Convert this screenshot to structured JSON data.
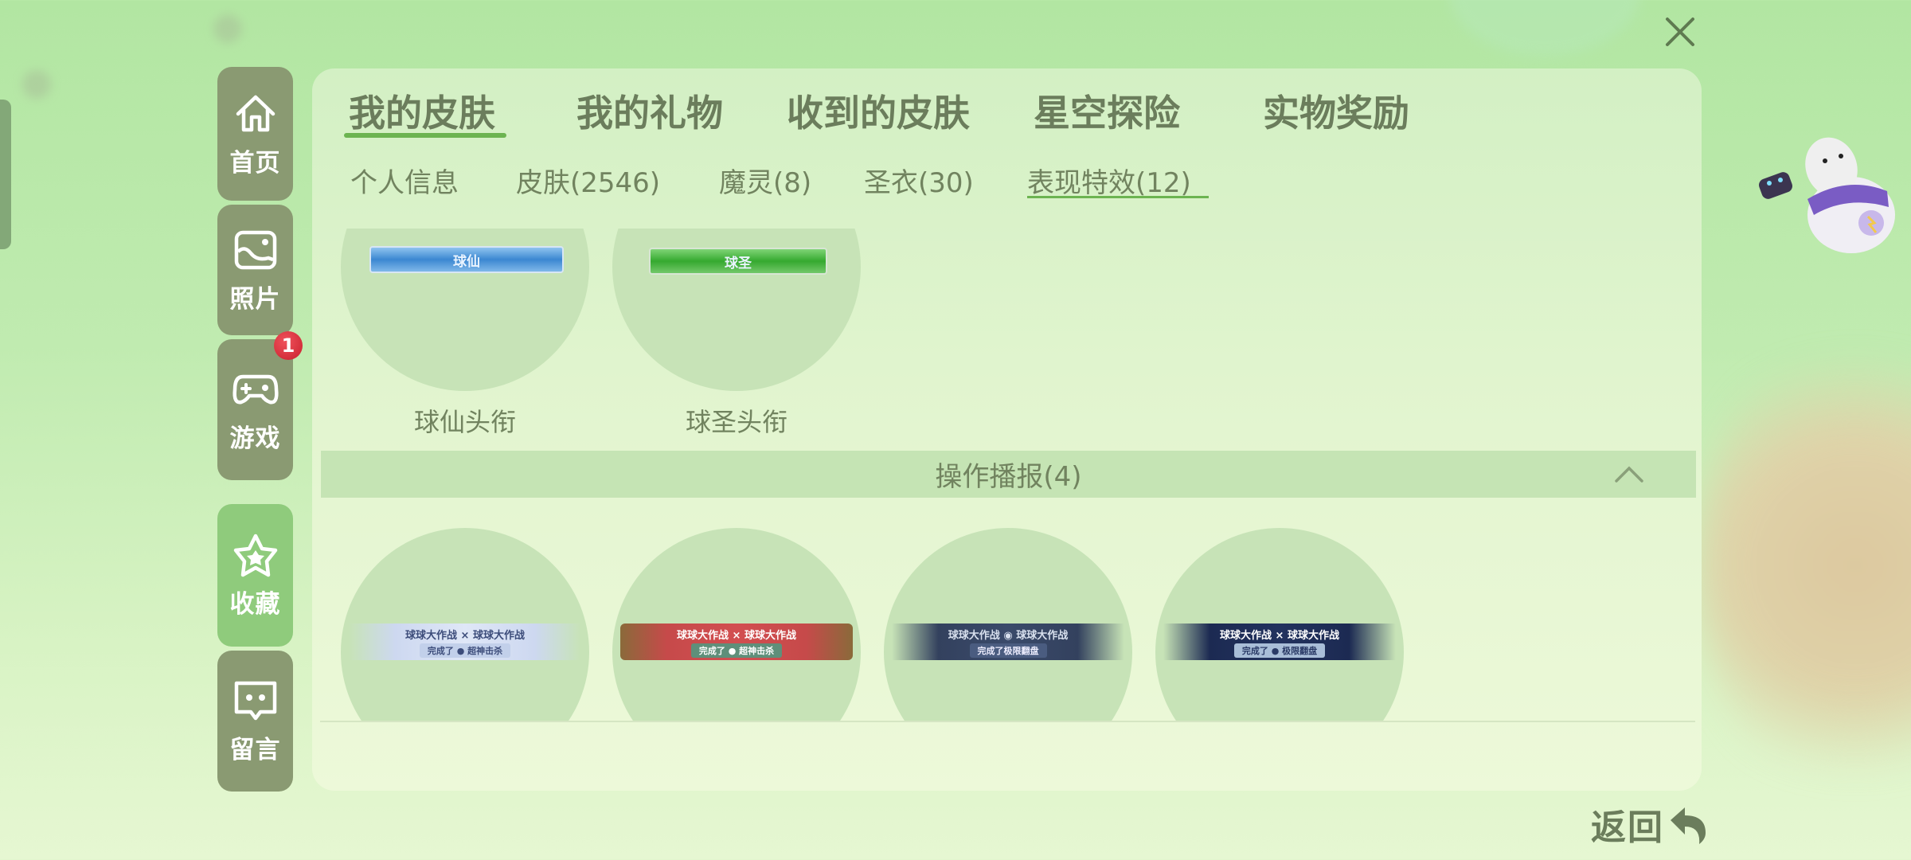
{
  "colors": {
    "background": "#b3e6a3",
    "sidebar_item": "#8a9a72",
    "sidebar_item_active": "#8fcb7c",
    "panel": "#e3f5d0",
    "text": "#6b7d5c",
    "accent_underline": "#6cb451",
    "item_circle": "#c7e3b7",
    "badge_red": "#e0303c"
  },
  "close": {
    "icon": "close-icon"
  },
  "sidebar": {
    "items": [
      {
        "label": "首页",
        "icon": "home-icon",
        "active": false
      },
      {
        "label": "照片",
        "icon": "photo-icon",
        "active": false
      },
      {
        "label": "游戏",
        "icon": "gamepad-icon",
        "active": false,
        "badge": "1"
      },
      {
        "label": "收藏",
        "icon": "star-icon",
        "active": true
      },
      {
        "label": "留言",
        "icon": "message-icon",
        "active": false
      }
    ]
  },
  "main_tabs": [
    {
      "label": "我的皮肤",
      "active": true
    },
    {
      "label": "我的礼物",
      "active": false
    },
    {
      "label": "收到的皮肤",
      "active": false
    },
    {
      "label": "星空探险",
      "active": false
    },
    {
      "label": "实物奖励",
      "active": false
    }
  ],
  "sub_tabs": [
    {
      "label": "个人信息",
      "active": false
    },
    {
      "label": "皮肤(2546)",
      "active": false
    },
    {
      "label": "魔灵(8)",
      "active": false
    },
    {
      "label": "圣衣(30)",
      "active": false
    },
    {
      "label": "表现特效(12)",
      "active": true
    }
  ],
  "title_items": [
    {
      "label": "球仙头衔",
      "badge_text": "球仙",
      "style": "blue"
    },
    {
      "label": "球圣头衔",
      "badge_text": "球圣",
      "style": "green"
    }
  ],
  "section": {
    "title": "操作播报(4)",
    "chevron": "chevron-up-icon",
    "expanded": true
  },
  "broadcast_items": [
    {
      "line1_left": "球球大作战",
      "sep": "×",
      "line1_right": "球球大作战",
      "line2_left": "完成了",
      "line2_right": "超神击杀",
      "theme": "ice"
    },
    {
      "line1_left": "球球大作战",
      "sep": "×",
      "line1_right": "球球大作战",
      "line2_left": "完成了",
      "line2_right": "超神击杀",
      "theme": "christmas"
    },
    {
      "line1_left": "球球大作战",
      "sep": "",
      "line1_right": "球球大作战",
      "line2_left": "完成了",
      "line2_right": "极限翻盘",
      "theme": "steel"
    },
    {
      "line1_left": "球球大作战",
      "sep": "×",
      "line1_right": "球球大作战",
      "line2_left": "完成了",
      "line2_right": "极限翻盘",
      "theme": "navy"
    }
  ],
  "back": {
    "label": "返回",
    "icon": "back-arrow-icon"
  }
}
